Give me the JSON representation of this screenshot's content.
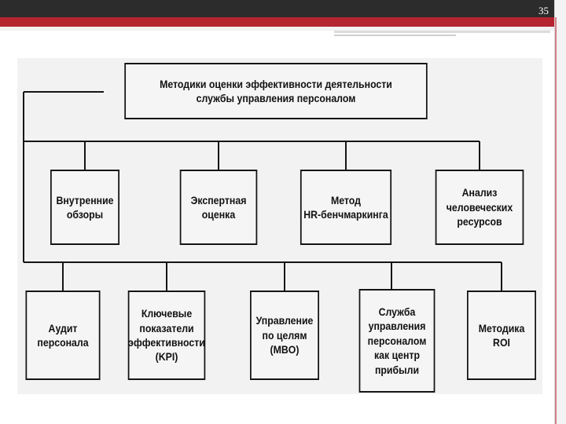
{
  "slide": {
    "number": "35"
  },
  "diagram": {
    "root": {
      "label": "Методики оценки эффективности деятельности\nслужбы управления персоналом"
    },
    "row1": [
      {
        "label": "Внутренние\nобзоры"
      },
      {
        "label": "Экспертная\nоценка"
      },
      {
        "label": "Метод\nHR-бенчмаркинга"
      },
      {
        "label": "Анализ\nчеловеческих\nресурсов"
      }
    ],
    "row2": [
      {
        "label": "Аудит\nперсонала"
      },
      {
        "label": "Ключевые\nпоказатели\nэффективности\n(KPI)"
      },
      {
        "label": "Управление\nпо целям\n(MBO)"
      },
      {
        "label": "Служба\nуправления\nперсоналом\nкак центр\nприбыли"
      },
      {
        "label": "Методика\nROI"
      }
    ]
  },
  "colors": {
    "top_bar": "#2c2c2c",
    "accent_red": "#b5232f",
    "line": "#151515"
  }
}
